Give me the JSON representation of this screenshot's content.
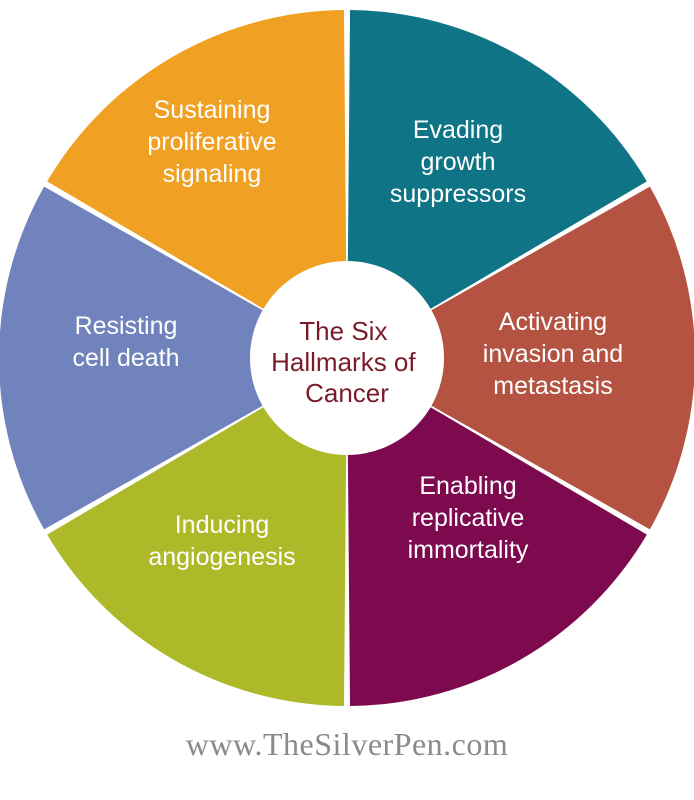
{
  "diagram": {
    "center": {
      "lines": [
        "The Six",
        "Hallmarks of",
        "Cancer"
      ],
      "color": "#7a1b2a"
    },
    "segments": [
      {
        "key": "proliferative",
        "lines": [
          "Sustaining",
          "proliferative",
          "signaling"
        ],
        "color": "#f0a022"
      },
      {
        "key": "growth-suppressors",
        "lines": [
          "Evading",
          "growth",
          "suppressors"
        ],
        "color": "#0f7485"
      },
      {
        "key": "invasion",
        "lines": [
          "Activating",
          "invasion and",
          "metastasis"
        ],
        "color": "#b45342"
      },
      {
        "key": "immortality",
        "lines": [
          "Enabling",
          "replicative",
          "immortality"
        ],
        "color": "#7d0a4e"
      },
      {
        "key": "angiogenesis",
        "lines": [
          "Inducing",
          "angiogenesis"
        ],
        "color": "#adb929"
      },
      {
        "key": "cell-death",
        "lines": [
          "Resisting",
          "cell death"
        ],
        "color": "#7183bd"
      }
    ]
  },
  "footer": {
    "text": "www.TheSilverPen.com"
  }
}
